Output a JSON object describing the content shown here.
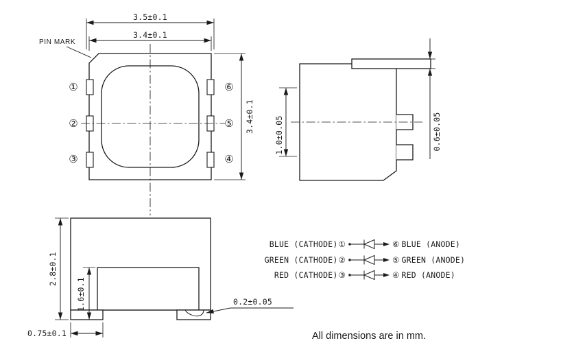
{
  "drawing": {
    "footer_note": "All dimensions are in mm.",
    "pin_mark_label": "PIN MARK",
    "ink_color": "#1a1a1a",
    "bg_color": "#ffffff"
  },
  "top_view": {
    "dim_outer_width": "3.5±0.1",
    "dim_body_width": "3.4±0.1",
    "dim_body_height": "3.4±0.1",
    "pins_left": [
      "①",
      "②",
      "③"
    ],
    "pins_right": [
      "⑥",
      "⑤",
      "④"
    ]
  },
  "side_view": {
    "dim_lead_span": "1.0±0.05",
    "dim_lead_height": "0.6±0.05"
  },
  "front_view": {
    "dim_total_height": "2.8±0.1",
    "dim_cavity_height": "1.6±0.1",
    "dim_foot_width": "0.75±0.1",
    "dim_foot_thickness": "0.2±0.05"
  },
  "circuit": {
    "rows": [
      {
        "left_label": "BLUE (CATHODE)",
        "left_pin": "①",
        "right_pin": "⑥",
        "right_label": "BLUE (ANODE)"
      },
      {
        "left_label": "GREEN (CATHODE)",
        "left_pin": "②",
        "right_pin": "⑤",
        "right_label": "GREEN (ANODE)"
      },
      {
        "left_label": "RED (CATHODE)",
        "left_pin": "③",
        "right_pin": "④",
        "right_label": "RED (ANODE)"
      }
    ]
  }
}
